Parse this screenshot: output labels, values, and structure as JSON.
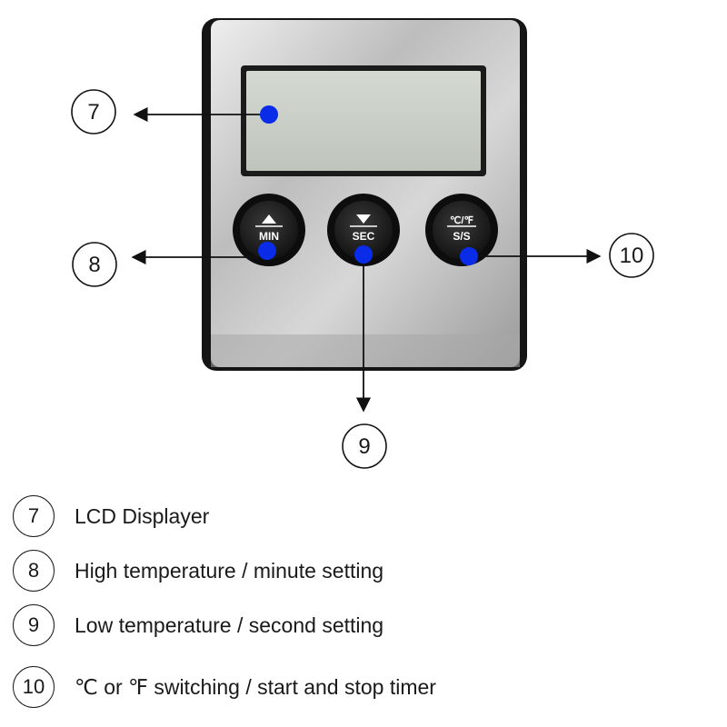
{
  "callouts": {
    "display": {
      "number": "7"
    },
    "min_button": {
      "number": "8"
    },
    "sec_button": {
      "number": "9"
    },
    "unit_button": {
      "number": "10"
    }
  },
  "buttons": {
    "min": {
      "label": "MIN",
      "arrow": "up-triangle-icon"
    },
    "sec": {
      "label": "SEC",
      "arrow": "down-triangle-icon"
    },
    "unit": {
      "label_top": "℃/℉",
      "label_bottom": "S/S"
    }
  },
  "legend": [
    {
      "number": "7",
      "text": "LCD Displayer"
    },
    {
      "number": "8",
      "text": "High temperature / minute setting"
    },
    {
      "number": "9",
      "text": "Low temperature / second setting"
    },
    {
      "number": "10",
      "text": "℃ or ℉ switching / start and stop timer"
    }
  ],
  "colors": {
    "marker": "#0a2be8",
    "button": "#1c1c1c",
    "display": "#c9cfc7",
    "steel": "#b9b9b9"
  }
}
